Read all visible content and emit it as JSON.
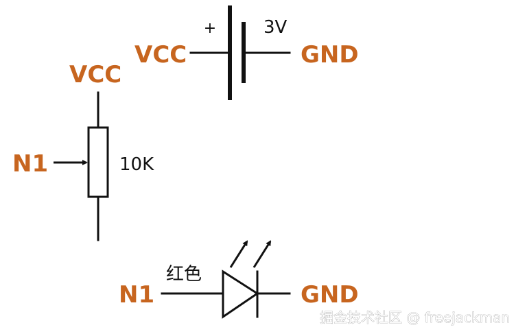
{
  "colors": {
    "net_label": "#c7651f",
    "wire": "#111111",
    "background": "#ffffff"
  },
  "battery": {
    "plus": "+",
    "voltage": "3V",
    "left_net": "VCC",
    "right_net": "GND"
  },
  "potentiometer": {
    "top_net": "VCC",
    "wiper_net": "N1",
    "value": "10K"
  },
  "led": {
    "color_label": "红色",
    "left_net": "N1",
    "right_net": "GND"
  },
  "watermark": "掘金技术社区 @ freejackman"
}
